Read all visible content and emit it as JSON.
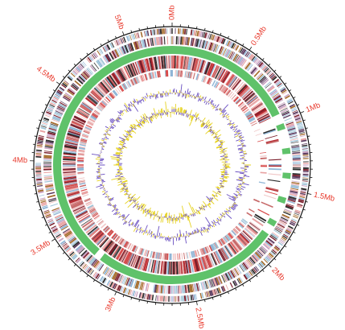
{
  "genome_map": {
    "total_mb": 5.3,
    "scale_labels": [
      {
        "text": "0Mb",
        "mb": 0.0
      },
      {
        "text": "0.5Mb",
        "mb": 0.5
      },
      {
        "text": "1Mb",
        "mb": 1.0
      },
      {
        "text": "1.5Mb",
        "mb": 1.5
      },
      {
        "text": "2Mb",
        "mb": 2.0
      },
      {
        "text": "2.5Mb",
        "mb": 2.5
      },
      {
        "text": "3Mb",
        "mb": 3.0
      },
      {
        "text": "3.5Mb",
        "mb": 3.5
      },
      {
        "text": "4Mb",
        "mb": 4.0
      },
      {
        "text": "4.5Mb",
        "mb": 4.5
      },
      {
        "text": "5Mb",
        "mb": 5.0
      }
    ],
    "colors": {
      "label": "#e8392c",
      "backbone": "#111111",
      "rna_band": "#5fc26a",
      "gc_content": "#6a4fc1",
      "gc_skew": "#e6d21f",
      "gene_palette": [
        "#c9a2c3",
        "#8fb5d6",
        "#d84a4a",
        "#7a1e2b",
        "#2b2b2b",
        "#e8a2a2",
        "#b3282f",
        "#9ec3d6",
        "#f0c8c8",
        "#5b3a5e",
        "#c76a6a",
        "#a36a2a"
      ]
    },
    "tracks": [
      {
        "name": "outer-gene-track"
      },
      {
        "name": "second-gene-track"
      },
      {
        "name": "rna-track"
      },
      {
        "name": "red-gene-track"
      },
      {
        "name": "pink-gene-track"
      },
      {
        "name": "gc-content-track"
      },
      {
        "name": "gc-skew-track"
      }
    ]
  }
}
